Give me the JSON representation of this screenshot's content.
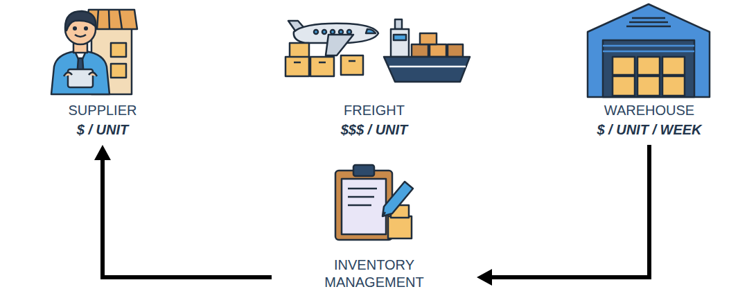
{
  "diagram": {
    "nodes": [
      {
        "text": [
          "SUPPLIER",
          "$ / UNIT"
        ]
      },
      {
        "text": [
          "FREIGHT",
          "$$$ / UNIT"
        ]
      },
      {
        "text": [
          "WAREHOUSE",
          "$ / UNIT / WEEK"
        ]
      },
      {
        "text": [
          "INVENTORY MANAGEMENT"
        ]
      }
    ],
    "edges": [
      {
        "from": 2,
        "to": 3,
        "arrow": "to"
      },
      {
        "from": 3,
        "to": 0,
        "arrow": "to"
      }
    ]
  }
}
